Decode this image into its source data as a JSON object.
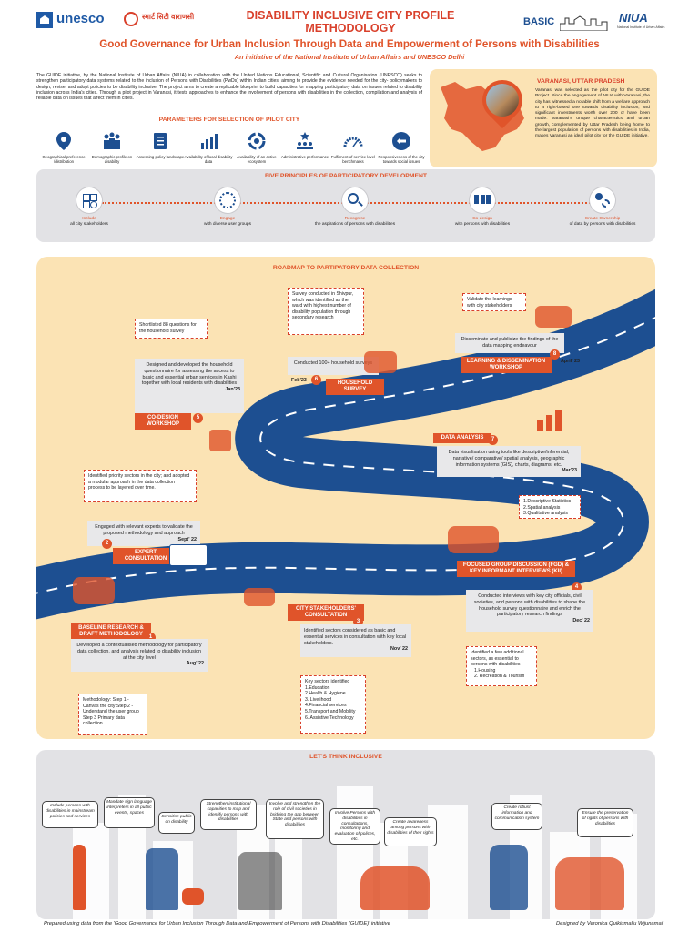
{
  "header": {
    "title_line1": "DISABILITY INCLUSIVE CITY PROFILE",
    "title_line2": "METHODOLOGY",
    "subtitle": "Good Governance for Urban Inclusion Through Data and Empowerment of Persons with Disabilities",
    "initiative": "An initiative of the National Institute of Urban Affairs and UNESCO Delhi",
    "logo_unesco": "unesco",
    "logo_varanasi": "स्मार्ट सिटी वाराणसी",
    "logo_basic": "BASIC",
    "logo_niua": "NIUA",
    "logo_niua_sub": "National Institute of Urban Affairs"
  },
  "intro": "The GUIDE initiative, by the National Institute of Urban Affairs (NIUA) in collaboration with the United Nations Educational, Scientific and Cultural Organisation (UNESCO) seeks to strengthen participatory data systems related to the inclusion of Persons with Disabilities (PwDs) within Indian cities, aiming to provide the evidence needed for the city- policymakers to design, revise, and adopt policies to be disability inclusive. The project aims to create a replicable blueprint to build capacities for mapping participatory data on issues related to disability inclusion across India's cities. Through a pilot project in Varanasi, it tests approaches to enhance the involvement of persons with disabilities in the collection, compilation and analysis of reliable data on issues that affect them in cities.",
  "parameters": {
    "title": "PARAMETERS FOR SELECTION OF PILOT CITY",
    "items": [
      {
        "label": "Geographical preference /distribution"
      },
      {
        "label": "Demographic profile on disability"
      },
      {
        "label": "Assessing policy landscape"
      },
      {
        "label": "Availability of local disability data"
      },
      {
        "label": "Availability of an active ecosystem"
      },
      {
        "label": "Administrative performance"
      },
      {
        "label": "Fulfilment of service level benchmarks"
      },
      {
        "label": "Responsiveness of the city towards social issues"
      }
    ]
  },
  "varanasi": {
    "title": "VARANASI, UTTAR PRADESH",
    "text": "Varanasi was selected as the pilot city for the GUIDE Project. Since the engagement of NIUA with Varanasi, the city has witnessed a notable shift from a welfare approach to a right-based one towards disability inclusion, and significant investments worth over 200 cr have been made. Varanasi's unique characteristics and urban growth, complemented by Uttar Pradesh being home to the largest population of persons with disabilities in India, makes Varanasi an ideal pilot city for the GUIDE initiative."
  },
  "principles": {
    "title": "FIVE PRINCIPLES OF PARTICIPATORY DEVELOPMENT",
    "items": [
      {
        "head": "Include",
        "rest": "all city stakeholders"
      },
      {
        "head": "Engage",
        "rest": "with diverse user groups"
      },
      {
        "head": "Recognise",
        "rest": "the aspirations of persons with disabilities"
      },
      {
        "head": "Co-design",
        "rest": "with persons with disabilities"
      },
      {
        "head": "Create Ownership",
        "rest": "of data by persons with disabilities"
      }
    ]
  },
  "roadmap": {
    "title": "ROADMAP TO PARTIPATORY DATA COLLECTION",
    "steps": [
      {
        "num": "1",
        "tag": "BASELINE RESEARCH & DRAFT METHODOLOGY",
        "text": "Developed a contextualised methodology for participatory data collection, and analysis related to disability inclusion at the city level",
        "date": "Aug' 22",
        "note": "Methodology: Step 1 - Canvas the city Step 2 - Understand the user group Step 3 Primary data collection"
      },
      {
        "num": "2",
        "tag": "EXPERT CONSULTATION",
        "text": "Engaged with relevant experts to validate the proposed methodology and approach",
        "date": "Sept' 22",
        "note": "Identified priority sectors in the city; and adopted a modular approach in the data collection process to be layered over time."
      },
      {
        "num": "3",
        "tag": "CITY STAKEHOLDERS' CONSULTATION",
        "text": "Identified sectors considered as basic and essential services in consultation with key local stakeholders.",
        "date": "Nov' 22",
        "note_title": "Key sectors identified",
        "note_items": [
          "1.Education",
          "2.Health & Hygiene",
          "3. Livelihood",
          "4.Financial services",
          "5.Transport and Mobility",
          "6. Assistive Technology"
        ]
      },
      {
        "num": "4",
        "tag": "FOCUSED GROUP DISCUSSION (FGD) & KEY INFORMANT INTERVIEWS (KII)",
        "text": "Conducted interviews with key city officials, civil societies, and persons with disabilities to shape the household survey questionnaire and enrich the participatory research findings",
        "date": "Dec' 22",
        "note": "Identified a few additional sectors, as essential to persons with disabilities",
        "note_items": [
          "1.Housing",
          "2. Recreation & Tourism"
        ]
      },
      {
        "num": "5",
        "tag": "CO-DESIGN WORKSHOP",
        "text": "Designed and developed the household questionnaire for assessing the access to basic and essential urban services in Kashi together with local residents with disabilities",
        "date": "Jan'23",
        "note": "Shortlisted 88 questions for the household survey"
      },
      {
        "num": "6",
        "tag": "HOUSEHOLD SURVEY",
        "text": "Conducted 100+ household surveys",
        "date": "Feb'23",
        "note": "Survey conducted in Shivpur, which was identified as the ward with highest number of disability population through secondary research"
      },
      {
        "num": "7",
        "tag": "DATA ANALYSIS",
        "text": "Data visualisation using tools like descriptive/inferential, narrative/ comparative/ spatial analysis, geographic information systems (GIS), charts, diagrams, etc.",
        "date": "Mar'23",
        "note_items": [
          "1.Descriptive Statistics",
          "2.Spatial analysis",
          "3.Qualitative analysis"
        ]
      },
      {
        "num": "8",
        "tag": "LEARNING & DISSEMINATION WORKSHOP",
        "text": "Disseminate and publicize the findings of the data mapping endeavour",
        "date": "April' 23",
        "note": "Validate the learnings with city stakeholders"
      }
    ]
  },
  "inclusive": {
    "title": "LET'S THINK INCLUSIVE",
    "bubbles": [
      "Include persons with disabilities in mainstream policies and services",
      "Mandate sign language interpreters in all public events, spaces",
      "Sensitise public on disability",
      "Strengthen institutional capacities to map and identify persons with disabilities",
      "Involve and strengthen the role of civil societies in bridging the gap between State and persons with disabilities",
      "Involve Persons with disabilities in consultations, monitoring and evaluation of polices, etc.",
      "Create awareness among persons with disabilities of their rights",
      "Create robust information and communication system",
      "Ensure the preservation of rights of persons with disabilities"
    ]
  },
  "footer": {
    "left": "Prepared using data from the 'Good Governance for Urban Inclusion Through Data and Empowerment of Persons with Disabilities (GUIDE)' initiative",
    "right": "Designed by Veronica Quikiumaliu Wijunamai"
  },
  "colors": {
    "accent": "#e0542a",
    "road": "#1d4f91",
    "panel": "#e2e2e5",
    "roadmap_bg": "#fbe3b4",
    "title": "#d9402b"
  }
}
